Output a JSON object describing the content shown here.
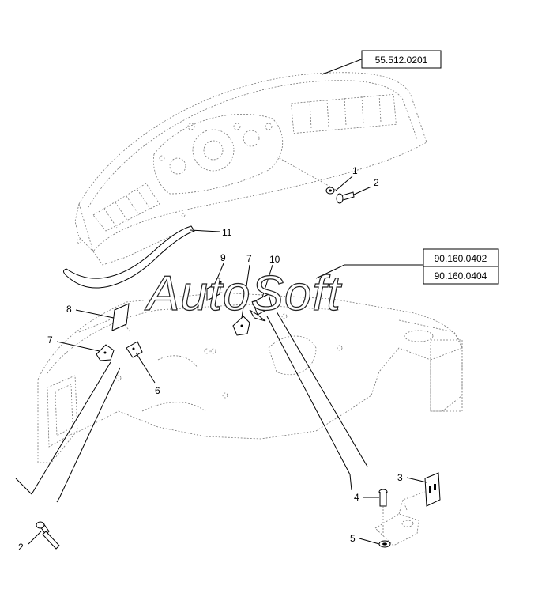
{
  "references": {
    "ref_top": "55.512.0201",
    "ref_mid_1": "90.160.0402",
    "ref_mid_2": "90.160.0404"
  },
  "callouts": {
    "c1": "1",
    "c2_top": "2",
    "c11": "11",
    "c9": "9",
    "c7_mid": "7",
    "c10": "10",
    "c8": "8",
    "c7_left": "7",
    "c6": "6",
    "c3": "3",
    "c4": "4",
    "c5": "5",
    "c2_bottom": "2"
  },
  "watermark": "AutoSoft",
  "colors": {
    "line": "#000000",
    "dashed": "#777777",
    "background": "#ffffff"
  }
}
